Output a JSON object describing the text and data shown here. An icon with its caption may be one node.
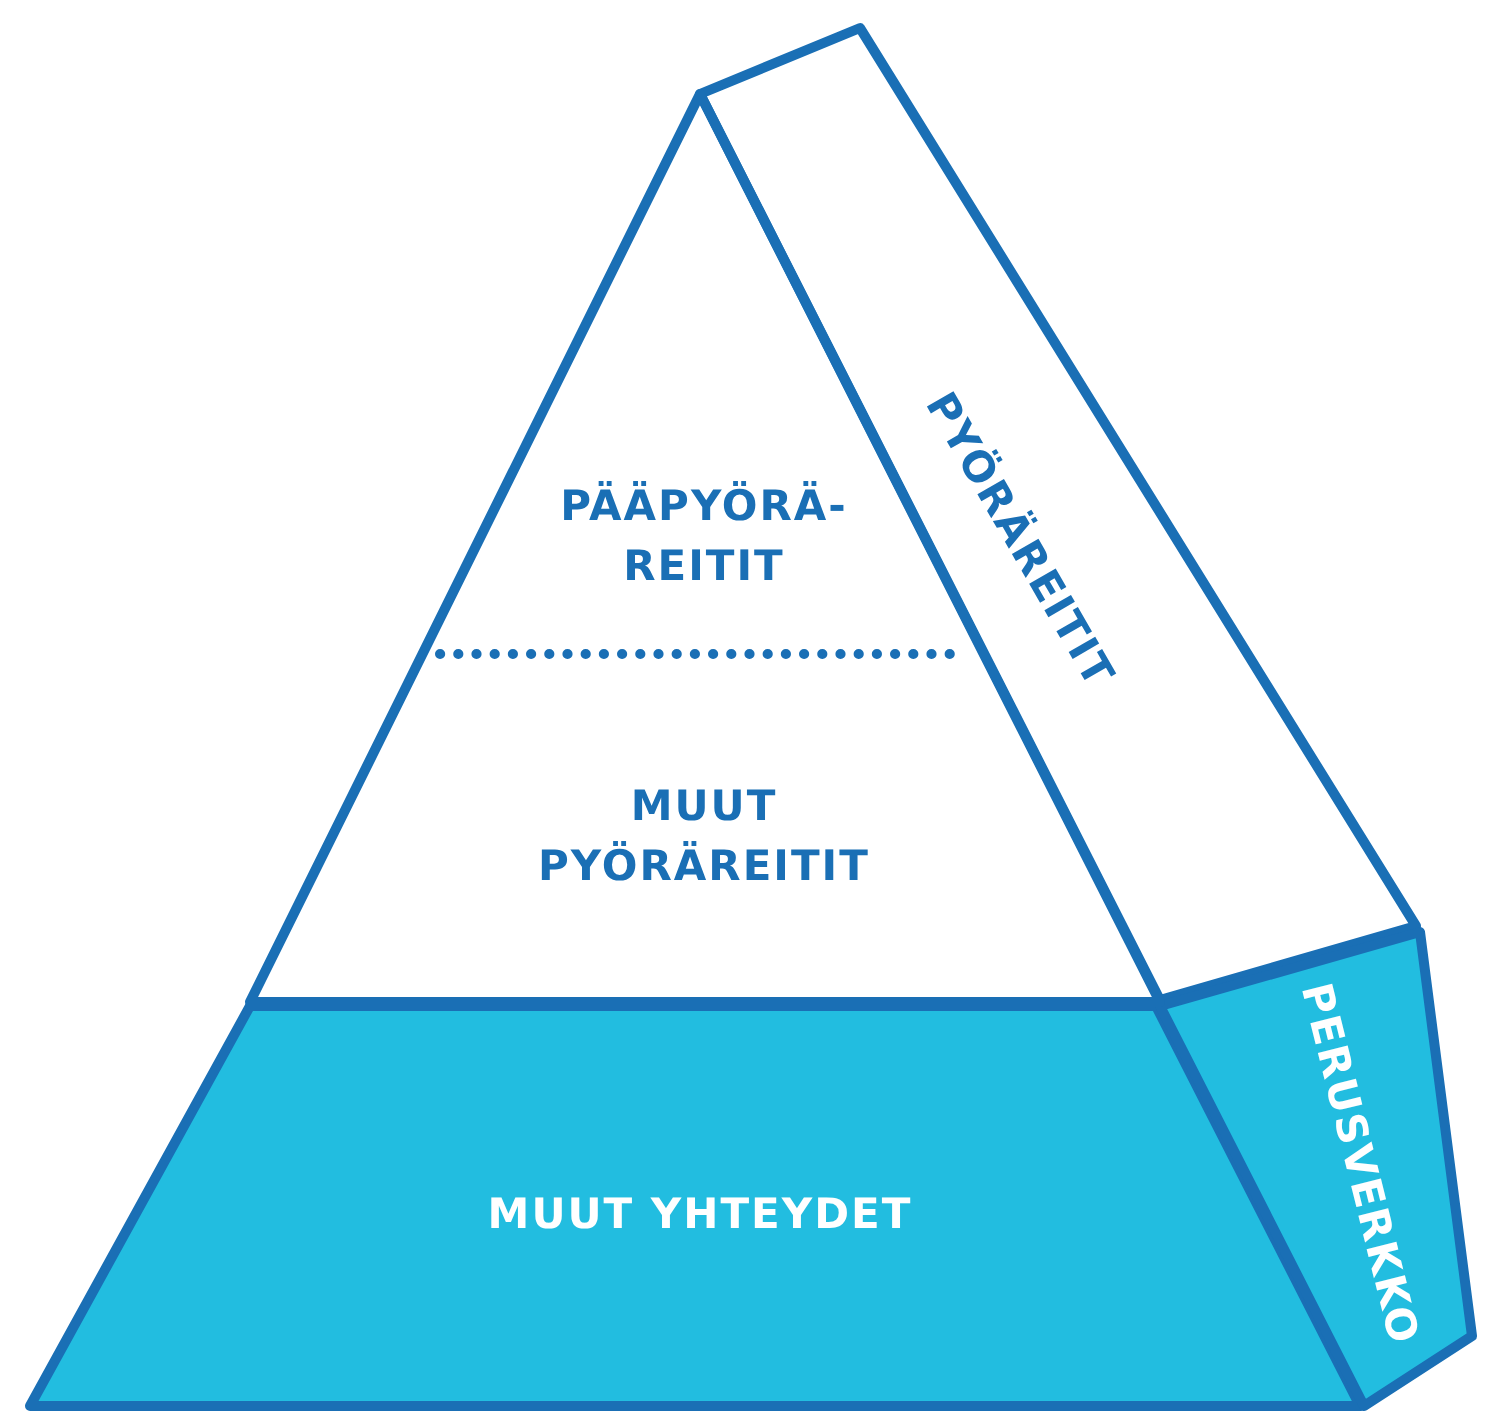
{
  "diagram": {
    "nodes": [
      {
        "text": [
          "PÄÄPYÖRÄ- REITIT"
        ]
      },
      {
        "text": [
          "MUUT PYÖRÄREITIT"
        ]
      },
      {
        "text": [
          "MUUT YHTEYDET"
        ]
      },
      {
        "text": [
          "PYÖRÄREITIT"
        ]
      },
      {
        "text": [
          "PERUSVERKKO"
        ]
      }
    ],
    "edges": []
  }
}
